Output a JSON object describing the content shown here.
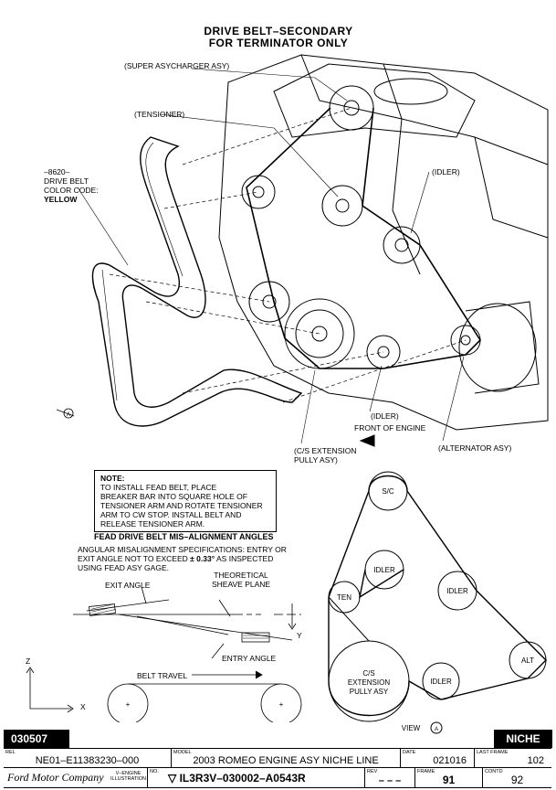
{
  "title": {
    "line1": "DRIVE BELT–SECONDARY",
    "line2": "FOR TERMINATOR ONLY"
  },
  "labels": {
    "supercharger": "(SUPER ASYCHARGER ASY)",
    "tensioner": "(TENSIONER)",
    "belt_part": "–8620–",
    "belt_name": "DRIVE BELT",
    "color_code": "COLOR CODE:",
    "color_value": "YELLOW",
    "idler_upper": "(IDLER)",
    "idler_lower": "(IDLER)",
    "front_of_engine": "FRONT OF ENGINE",
    "cs_extension_1": "(C/S EXTENSION",
    "cs_extension_2": "PULLY ASY)",
    "alternator": "(ALTERNATOR ASY)",
    "view_marker": "A"
  },
  "note": {
    "heading": "NOTE:",
    "line1": "TO INSTALL FEAD BELT, PLACE",
    "line2": "BREAKER BAR INTO SQUARE HOLE OF",
    "line3": "TENSIONER ARM AND ROTATE TENSIONER",
    "line4": "ARM TO CW STOP. INSTALL BELT AND",
    "line5": "RELEASE TENSIONER ARM."
  },
  "misalignment": {
    "heading": "FEAD DRIVE BELT MIS–ALIGNMENT ANGLES",
    "spec1": "ANGULAR MISALIGNMENT SPECIFICATIONS: ENTRY OR",
    "spec2_a": "EXIT ANGLE NOT TO EXCEED ",
    "spec2_b": "± 0.33°",
    "spec2_c": " AS INSPECTED",
    "spec3": "USING FEAD ASY GAGE.",
    "exit_angle": "EXIT ANGLE",
    "sheave_1": "THEORETICAL",
    "sheave_2": "SHEAVE PLANE",
    "entry_angle": "ENTRY ANGLE",
    "belt_travel": "BELT TRAVEL",
    "axis_y": "Y",
    "axis_z": "Z",
    "axis_x": "X"
  },
  "routing": {
    "sc": "S/C",
    "idler_top": "IDLER",
    "ten": "TEN",
    "idler_right": "IDLER",
    "cs_1": "C/S",
    "cs_2": "EXTENSION",
    "cs_3": "PULLY ASY",
    "idler_bottom": "IDLER",
    "alt": "ALT",
    "view_label": "VIEW",
    "view_letter": "A"
  },
  "footer": {
    "code": "030507",
    "brand": "NICHE",
    "rel_caption": "REL",
    "rel_value": "NE01–E11383230–000",
    "model_caption": "MODEL",
    "model_value": "2003 ROMEO ENGINE ASY NICHE LINE",
    "date_caption": "DATE",
    "date_value": "021016",
    "lastframe_caption": "LAST FRAME",
    "lastframe_value": "102",
    "ford": "Ford Motor Company",
    "veng_1": "V–ENGINE",
    "veng_2": "ILLUSTRATION",
    "no_caption": "NO.",
    "no_value": "IL3R3V–030002–A0543R",
    "rev_caption": "REV",
    "rev_value": "– – –",
    "frame_caption": "FRAME",
    "frame_value": "91",
    "contd_caption": "CONTD",
    "contd_value": "92"
  },
  "colors": {
    "ink": "#000000",
    "paper": "#ffffff"
  }
}
